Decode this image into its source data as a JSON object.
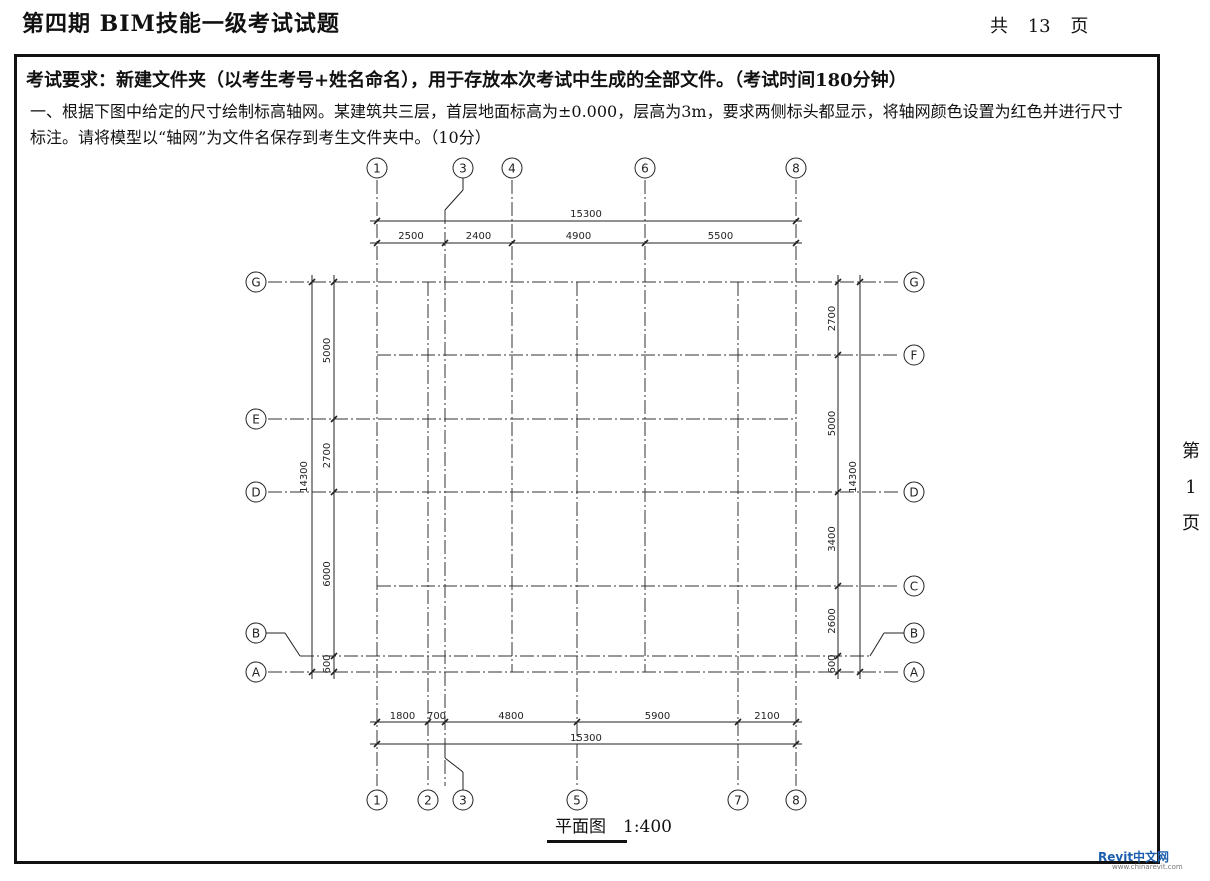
{
  "header": {
    "title": "第四期 BIM技能一级考试试题",
    "total_pages": "共 13 页"
  },
  "requirement": "考试要求：新建文件夹（以考生考号+姓名命名），用于存放本次考试中生成的全部文件。（考试时间180分钟）",
  "question": "一、根据下图中给定的尺寸绘制标高轴网。某建筑共三层，首层地面标高为±0.000，层高为3m，要求两侧标头都显示，将轴网颜色设置为红色并进行尺寸标注。请将模型以“轴网”为文件名保存到考生文件夹中。（10分）",
  "side_page": [
    "第",
    "1",
    "页"
  ],
  "watermark": {
    "brand": "Revit中文网",
    "url": "www.chinarevit.com"
  },
  "drawing": {
    "caption": "平面图　1:400",
    "top_axes": [
      "1",
      "3",
      "4",
      "6",
      "8"
    ],
    "bottom_axes": [
      "1",
      "2",
      "3",
      "5",
      "7",
      "8"
    ],
    "left_axes": [
      "G",
      "E",
      "D",
      "B",
      "A"
    ],
    "right_axes": [
      "G",
      "F",
      "D",
      "C",
      "B",
      "A"
    ],
    "top_total": "15300",
    "top_dims": [
      "2500",
      "2400",
      "4900",
      "5500"
    ],
    "bottom_total": "15300",
    "bottom_dims": [
      "1800",
      "700",
      "4800",
      "5900",
      "2100"
    ],
    "left_total": "14300",
    "left_dims": [
      "5000",
      "2700",
      "6000",
      "600"
    ],
    "right_total": "14300",
    "right_dims": [
      "2700",
      "5000",
      "3400",
      "2600",
      "600"
    ]
  }
}
